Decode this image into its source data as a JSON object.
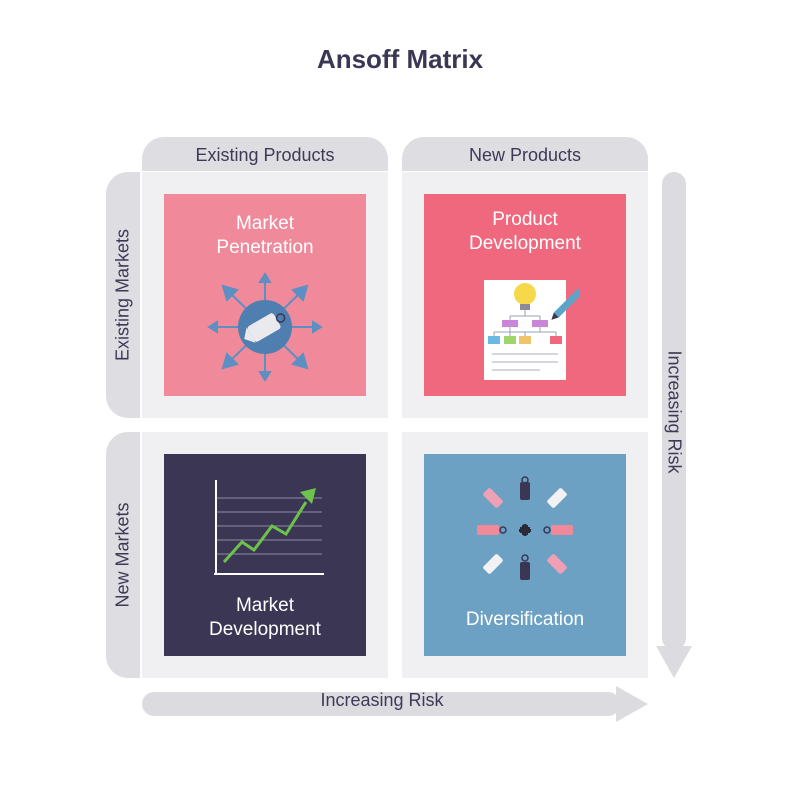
{
  "title": "Ansoff Matrix",
  "columns": [
    "Existing Products",
    "New Products"
  ],
  "rows": [
    "Existing Markets",
    "New Markets"
  ],
  "quadrants": [
    {
      "label_line1": "Market",
      "label_line2": "Penetration",
      "color": "#f08a9b",
      "icon": "price-tag-expansion-icon"
    },
    {
      "label_line1": "Product",
      "label_line2": "Development",
      "color": "#f0687e",
      "icon": "lightbulb-flowchart-icon"
    },
    {
      "label_line1": "Market",
      "label_line2": "Development",
      "color": "#3b3653",
      "icon": "growth-chart-icon"
    },
    {
      "label_line1": "Diversification",
      "label_line2": "",
      "color": "#6da1c3",
      "icon": "multiple-tags-plus-icon"
    }
  ],
  "axis_horizontal": "Increasing Risk",
  "axis_vertical": "Increasing Risk",
  "colors": {
    "tab": "#dedde2",
    "arrow": "#dcdbe0",
    "title": "#3a3754"
  }
}
